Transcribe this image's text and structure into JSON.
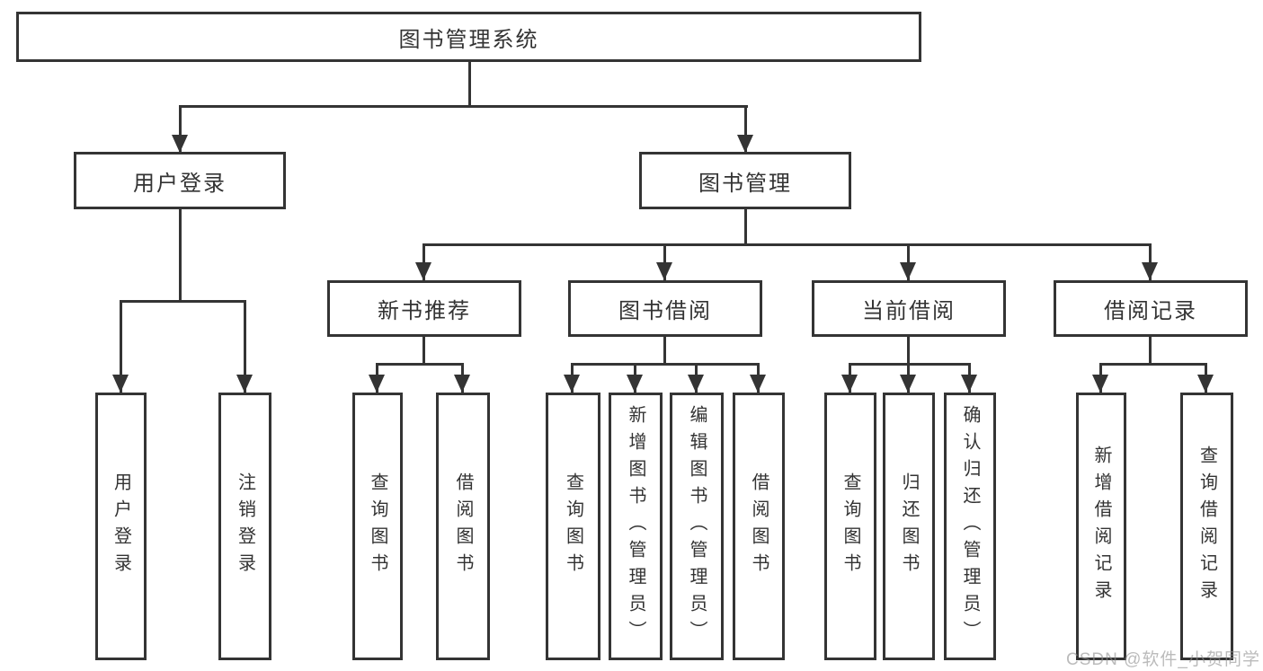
{
  "diagram": {
    "root": {
      "label": "图书管理系统",
      "children": [
        {
          "label": "用户登录",
          "children": [
            {
              "label": "用户登录"
            },
            {
              "label": "注销登录"
            }
          ]
        },
        {
          "label": "图书管理",
          "children": [
            {
              "label": "新书推荐",
              "children": [
                {
                  "label": "查询图书"
                },
                {
                  "label": "借阅图书"
                }
              ]
            },
            {
              "label": "图书借阅",
              "children": [
                {
                  "label": "查询图书"
                },
                {
                  "label": "新增图书（管理员）"
                },
                {
                  "label": "编辑图书（管理员）"
                },
                {
                  "label": "借阅图书"
                }
              ]
            },
            {
              "label": "当前借阅",
              "children": [
                {
                  "label": "查询图书"
                },
                {
                  "label": "归还图书"
                },
                {
                  "label": "确认归还（管理员）"
                }
              ]
            },
            {
              "label": "借阅记录",
              "children": [
                {
                  "label": "新增借阅记录"
                },
                {
                  "label": "查询借阅记录"
                }
              ]
            }
          ]
        }
      ]
    }
  },
  "watermark": {
    "text": "CSDN @软件_小贺同学"
  },
  "colors": {
    "line": "#343434",
    "box_border": "#343434",
    "text": "#333333",
    "background": "#ffffff"
  }
}
